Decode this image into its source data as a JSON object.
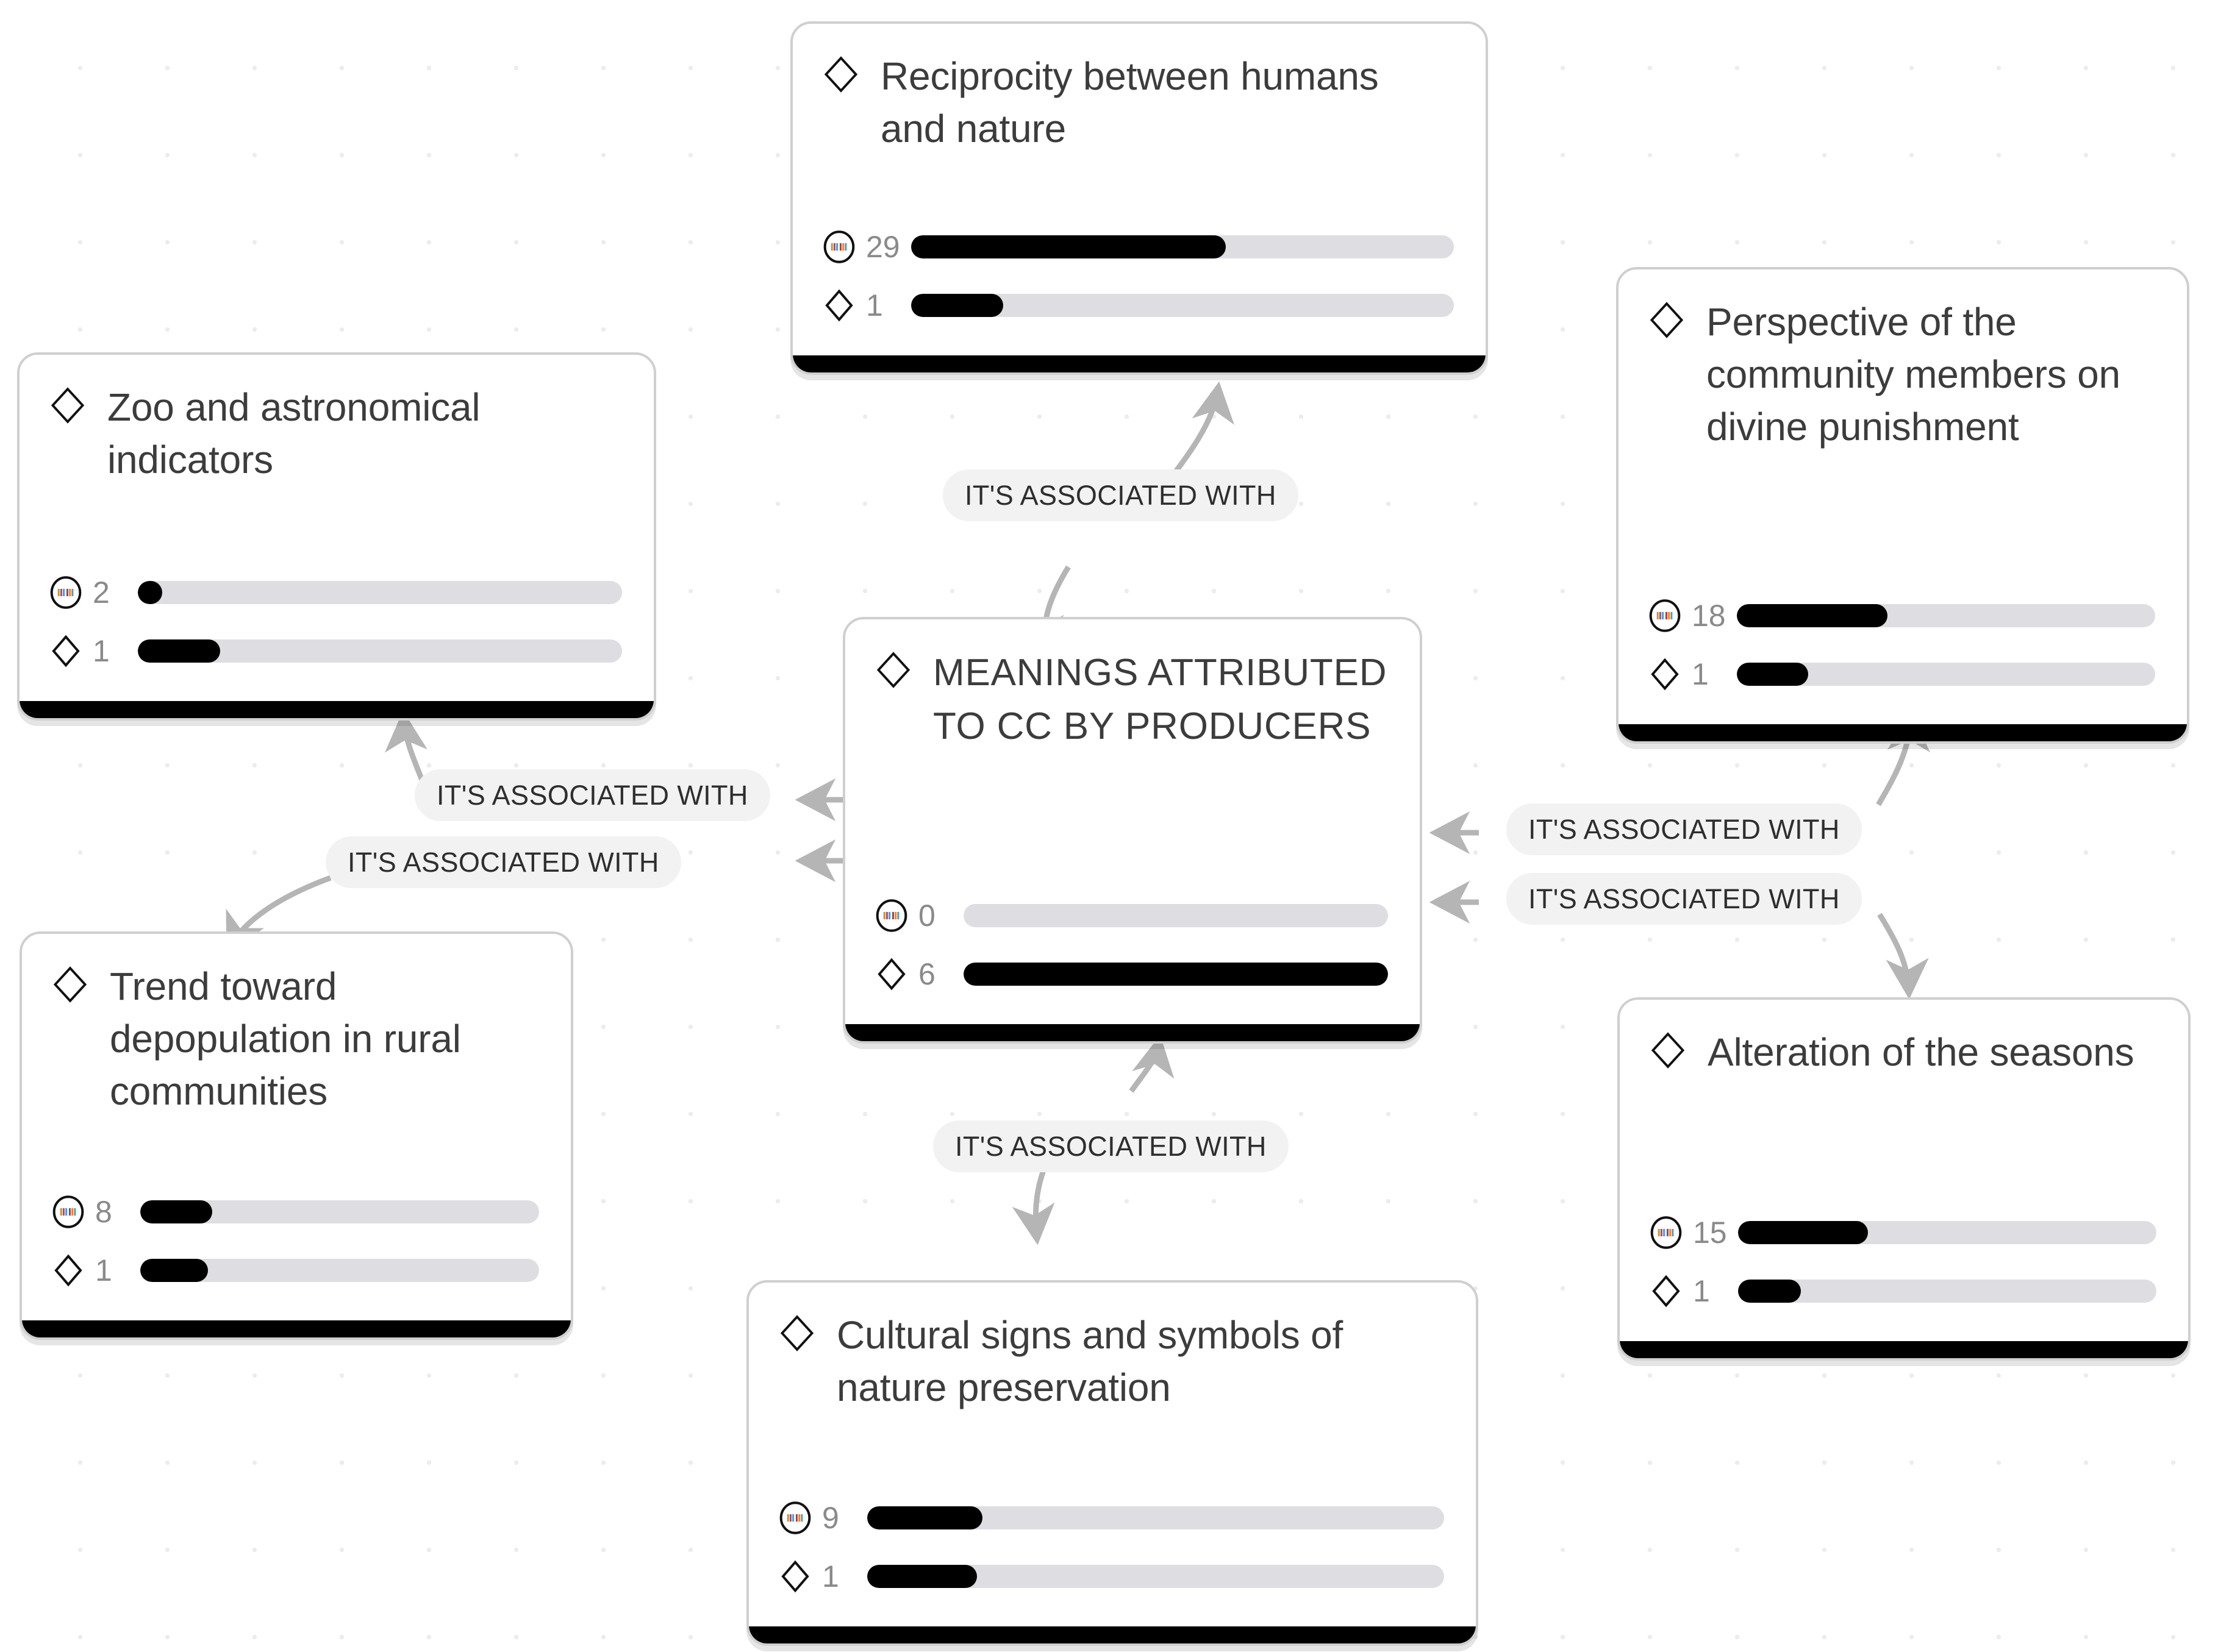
{
  "diagram": {
    "type": "network-map",
    "central_node_id": "meanings",
    "relation_label": "IT'S ASSOCIATED WITH",
    "metric_icons": {
      "quotation": "quotation-count-icon",
      "code": "code-diamond-icon"
    },
    "colors": {
      "card_border": "#cfcfcf",
      "card_footer": "#000000",
      "bar_track": "#dedee2",
      "bar_fill": "#000000",
      "edge": "#b5b5b5",
      "edge_label_bg": "#f2f2f2",
      "title_text": "#3c3c3c",
      "metric_text": "#8a8a8a",
      "grid_dot": "#ececf0"
    }
  },
  "nodes": [
    {
      "id": "reciprocity",
      "title": "Reciprocity between humans and nature",
      "quotations": 29,
      "codes": 1,
      "quotation_bar_pct": 58,
      "code_bar_pct": 17
    },
    {
      "id": "zoo",
      "title": "Zoo and astronomical indicators",
      "quotations": 2,
      "codes": 1,
      "quotation_bar_pct": 5,
      "code_bar_pct": 17
    },
    {
      "id": "perspective",
      "title": "Perspective of the community members on divine punishment",
      "quotations": 18,
      "codes": 1,
      "quotation_bar_pct": 36,
      "code_bar_pct": 17
    },
    {
      "id": "meanings",
      "title": "MEANINGS ATTRIBUTED TO CC BY PRODUCERS",
      "quotations": 0,
      "codes": 6,
      "quotation_bar_pct": 0,
      "code_bar_pct": 100
    },
    {
      "id": "trend",
      "title": "Trend toward depopulation in rural communities",
      "quotations": 8,
      "codes": 1,
      "quotation_bar_pct": 18,
      "code_bar_pct": 17
    },
    {
      "id": "alteration",
      "title": "Alteration of the seasons",
      "quotations": 15,
      "codes": 1,
      "quotation_bar_pct": 31,
      "code_bar_pct": 15
    },
    {
      "id": "cultural",
      "title": "Cultural signs and symbols of nature preservation",
      "quotations": 9,
      "codes": 1,
      "quotation_bar_pct": 20,
      "code_bar_pct": 19
    }
  ],
  "edges": [
    {
      "id": "e1",
      "label": "IT'S ASSOCIATED WITH",
      "from": "meanings",
      "to": "reciprocity"
    },
    {
      "id": "e2",
      "label": "IT'S ASSOCIATED WITH",
      "from": "meanings",
      "to": "zoo"
    },
    {
      "id": "e3",
      "label": "IT'S ASSOCIATED WITH",
      "from": "meanings",
      "to": "trend"
    },
    {
      "id": "e4",
      "label": "IT'S ASSOCIATED WITH",
      "from": "perspective",
      "to": "meanings"
    },
    {
      "id": "e5",
      "label": "IT'S ASSOCIATED WITH",
      "from": "alteration",
      "to": "meanings"
    },
    {
      "id": "e6",
      "label": "IT'S ASSOCIATED WITH",
      "from": "meanings",
      "to": "cultural"
    }
  ]
}
